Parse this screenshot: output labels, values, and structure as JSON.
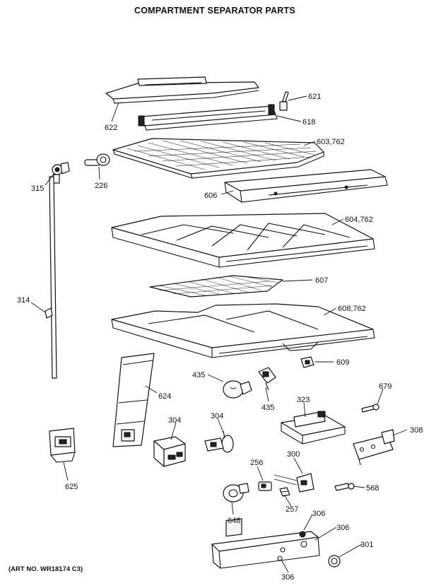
{
  "title": "COMPARTMENT SEPARATOR PARTS",
  "art_number": "(ART NO. WR18174 C3)",
  "callouts": {
    "p621": "621",
    "p618": "618",
    "p622": "622",
    "p603_762": "603,762",
    "p315": "315",
    "p226": "226",
    "p606": "606",
    "p604_762": "604,762",
    "p607": "607",
    "p314": "314",
    "p608_762": "608,762",
    "p609": "609",
    "p435a": "435",
    "p435b": "435",
    "p624": "624",
    "p679": "679",
    "p323": "323",
    "p304a": "304",
    "p304b": "304",
    "p308": "308",
    "p625": "625",
    "p300": "300",
    "p256": "256",
    "p568": "568",
    "p257": "257",
    "p648": "648",
    "p306a": "306",
    "p306b": "306",
    "p306c": "306",
    "p301": "301"
  }
}
